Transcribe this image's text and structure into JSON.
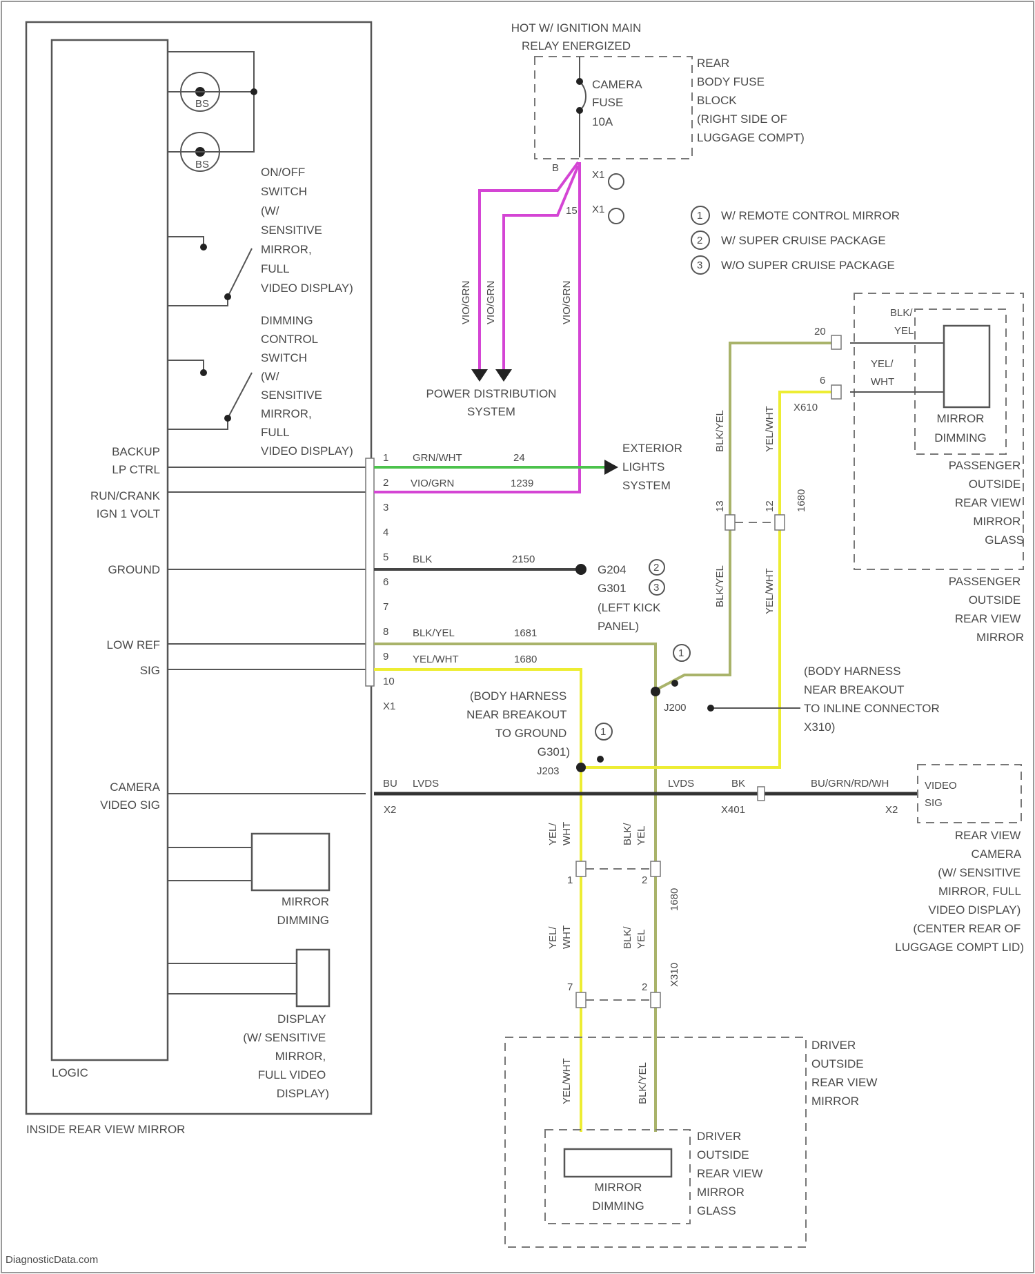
{
  "relay_label": [
    "HOT W/ IGNITION MAIN",
    "RELAY ENERGIZED"
  ],
  "fuse": {
    "name": [
      "CAMERA",
      "FUSE"
    ],
    "rating": "10A"
  },
  "fuse_block": [
    "REAR",
    "BODY FUSE",
    "BLOCK",
    "(RIGHT SIDE OF",
    "LUGGAGE COMPT)"
  ],
  "fuse_terminal_a": "B",
  "fuse_terminal_b": "X1",
  "fuse_terminal_b2": "X1",
  "fuse_terminal_c": "15",
  "fuse_terminal_d": "B",
  "notes": [
    {
      "num": "1",
      "text": "W/ REMOTE CONTROL MIRROR"
    },
    {
      "num": "2",
      "text": "W/ SUPER CRUISE PACKAGE"
    },
    {
      "num": "3",
      "text": "W/O SUPER CRUISE PACKAGE"
    }
  ],
  "pink_wire_labels": [
    "VIO/GRN",
    "VIO/GRN",
    "VIO/GRN"
  ],
  "power_distribution": [
    "POWER DISTRIBUTION",
    "SYSTEM"
  ],
  "exterior_lights": [
    "EXTERIOR",
    "LIGHTS",
    "SYSTEM"
  ],
  "inside_mirror": {
    "title": "INSIDE REAR VIEW MIRROR",
    "logic": "LOGIC",
    "onoff_switch": [
      "ON/OFF",
      "SWITCH",
      "(W/",
      " SENSITIVE",
      "MIRROR,",
      "FULL",
      "VIDEO DISPLAY)"
    ],
    "dimming_switch": [
      "DIMMING",
      "CONTROL",
      "SWITCH",
      "(W/",
      " SENSITIVE",
      "MIRROR,",
      "FULL",
      "VIDEO DISPLAY)"
    ],
    "mirror_dimming": [
      "MIRROR",
      "DIMMING"
    ],
    "display": [
      "DISPLAY",
      "(W/ SENSITIVE",
      "MIRROR,",
      "FULL VIDEO",
      "DISPLAY)"
    ],
    "sensor_labels": [
      "BS",
      "BS"
    ]
  },
  "pins": [
    {
      "pin": "1",
      "signal": [
        "BACKUP",
        "LP CTRL"
      ],
      "wire": "GRN/WHT",
      "circuit": "24"
    },
    {
      "pin": "2",
      "signal": [
        "RUN/CRANK",
        "IGN 1 VOLT"
      ],
      "wire": "VIO/GRN",
      "circuit": "1239"
    },
    {
      "pin": "3",
      "signal": [],
      "wire": "",
      "circuit": ""
    },
    {
      "pin": "4",
      "signal": [],
      "wire": "",
      "circuit": ""
    },
    {
      "pin": "5",
      "signal": [
        "GROUND"
      ],
      "wire": "BLK",
      "circuit": "2150"
    },
    {
      "pin": "6",
      "signal": [],
      "wire": "",
      "circuit": ""
    },
    {
      "pin": "7",
      "signal": [],
      "wire": "",
      "circuit": ""
    },
    {
      "pin": "8",
      "signal": [
        "LOW REF"
      ],
      "wire": "BLK/YEL",
      "circuit": "1681"
    },
    {
      "pin": "9",
      "signal": [
        "SIG"
      ],
      "wire": "YEL/WHT",
      "circuit": "1680"
    },
    {
      "pin": "10",
      "signal": [],
      "wire": "",
      "circuit": ""
    },
    {
      "pin": "X1",
      "signal": [],
      "wire": "",
      "circuit": ""
    }
  ],
  "camera_video": {
    "signal": [
      "CAMERA",
      "VIDEO SIG"
    ],
    "wire_left": "BU",
    "type_left": "LVDS",
    "conn_left": "X2",
    "type_right": "LVDS",
    "wire_right": "BK",
    "conn_mid": "X401",
    "wire_far": "BU/GRN/RD/WH",
    "conn_right": "X2"
  },
  "ground_ref": {
    "splice": [
      "G204",
      "G301"
    ],
    "location": [
      "(LEFT KICK",
      "PANEL)"
    ],
    "notes": [
      "2",
      "3"
    ]
  },
  "body_harness_ground": {
    "text": [
      "(BODY HARNESS",
      "NEAR BREAKOUT",
      "TO GROUND",
      "G301)"
    ],
    "splice": "J203",
    "note": "1"
  },
  "body_harness_inline": {
    "text": [
      "(BODY HARNESS",
      "NEAR BREAKOUT",
      "TO INLINE CONNECTOR",
      "X310)"
    ],
    "splice": "J200",
    "note": "1"
  },
  "passenger_mirror": {
    "glass_pins": [
      "BLK/",
      "YEL",
      "YEL/",
      "WHT"
    ],
    "terminal_a": "20",
    "terminal_b": "6",
    "conn": "X610",
    "dimming": [
      "MIRROR",
      "DIMMING"
    ],
    "glass": [
      "PASSENGER",
      "OUTSIDE",
      "REAR VIEW",
      "MIRROR",
      "GLASS"
    ],
    "assembly": [
      "PASSENGER",
      "OUTSIDE",
      "REAR VIEW",
      "MIRROR"
    ],
    "vertical_wires": [
      "BLK/YEL",
      "YEL/WHT",
      "BLK/YEL",
      "YEL/WHT"
    ],
    "inline_a": "13",
    "inline_b": "12",
    "inline_circuit": "1680"
  },
  "rear_camera": {
    "pin": [
      "VIDEO",
      "SIG"
    ],
    "label": [
      "REAR VIEW",
      "CAMERA",
      "(W/ SENSITIVE",
      "MIRROR, FULL",
      "VIDEO DISPLAY)",
      "(CENTER REAR OF",
      "LUGGAGE COMPT LID)"
    ]
  },
  "driver_mirror": {
    "vertical_wires": [
      "YEL/",
      "WHT",
      "BLK/",
      "YEL",
      "YEL/",
      "WHT",
      "BLK/",
      "YEL",
      "YEL/WHT",
      "BLK/YEL"
    ],
    "inline_a": "1",
    "inline_b": "2",
    "inline_circuit": "1680",
    "inline_c": "7",
    "inline_d": "2",
    "inline_conn": "X310",
    "assembly": [
      "DRIVER",
      "OUTSIDE",
      "REAR VIEW",
      "MIRROR"
    ],
    "dimming": [
      "MIRROR",
      "DIMMING"
    ],
    "glass": [
      "DRIVER",
      "OUTSIDE",
      "REAR VIEW",
      "MIRROR",
      "GLASS"
    ]
  },
  "watermark": "DiagnosticData.com",
  "colors": {
    "pink": "#d445d4",
    "green": "#4cc24c",
    "yellow": "#eded33",
    "blk_yel": "#a9b36a",
    "black": "#333333"
  }
}
